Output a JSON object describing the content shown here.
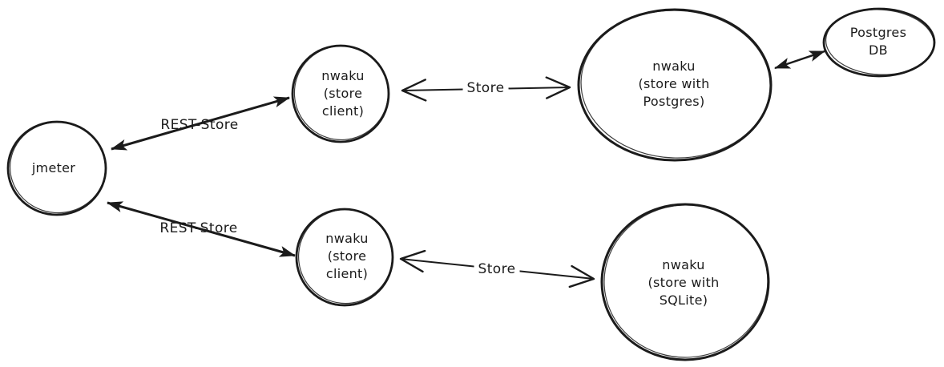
{
  "colors": {
    "stroke": "#1b1b1b",
    "background": "#ffffff"
  },
  "nodes": {
    "jmeter": {
      "label": "jmeter"
    },
    "store_client_top": {
      "label": "nwaku\n(store\nclient)"
    },
    "store_client_bottom": {
      "label": "nwaku\n(store\nclient)"
    },
    "store_postgres": {
      "label": "nwaku\n(store with\nPostgres)"
    },
    "store_sqlite": {
      "label": "nwaku\n(store with\nSQLite)"
    },
    "postgres_db": {
      "label": "Postgres\nDB"
    }
  },
  "edges": {
    "rest_store_top": {
      "label": "REST-Store"
    },
    "rest_store_bottom": {
      "label": "REST-Store"
    },
    "store_top": {
      "label": "Store"
    },
    "store_bottom": {
      "label": "Store"
    }
  }
}
